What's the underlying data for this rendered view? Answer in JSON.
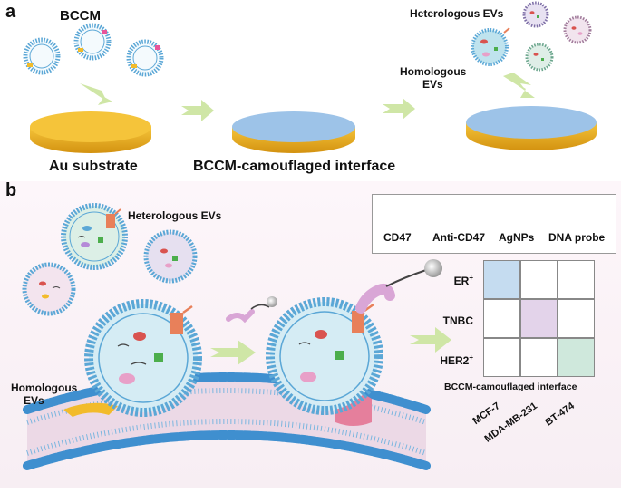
{
  "panel_a": {
    "letter": "a",
    "bccm_label": "BCCM",
    "au_label": "Au substrate",
    "interface_label": "BCCM-camouflaged interface",
    "heterologous_label": "Heterologous EVs",
    "homologous_label_line1": "Homologous",
    "homologous_label_line2": "EVs"
  },
  "panel_b": {
    "letter": "b",
    "heterologous_label": "Heterologous EVs",
    "homologous_label_line1": "Homologous",
    "homologous_label_line2": "EVs",
    "legend": {
      "cd47": "CD47",
      "anti_cd47": "Anti-CD47",
      "agnps": "AgNPs",
      "dna_probe": "DNA probe"
    },
    "matrix": {
      "rows": [
        "ER+",
        "TNBC",
        "HER2+"
      ],
      "row_sup": [
        "+",
        "",
        "+"
      ],
      "row_base": [
        "ER",
        "TNBC",
        "HER2"
      ],
      "columns": [
        "MCF-7",
        "MDA-MB-231",
        "BT-474"
      ],
      "caption": "BCCM-camouflaged interface",
      "highlight_colors": [
        "#c5dcf0",
        "#e3d3ea",
        "#cfe8dc"
      ]
    }
  },
  "colors": {
    "gold": "#f2bb2b",
    "gold_dark": "#d99a12",
    "membrane_blue": "#5ba7d6",
    "interface_blue": "#9dc3e8",
    "arrow_green": "#cfe6a6",
    "background_b": "#fbf3f7",
    "cd47_orange": "#e8805a",
    "anti_cd47_pink": "#d9a6d6"
  }
}
